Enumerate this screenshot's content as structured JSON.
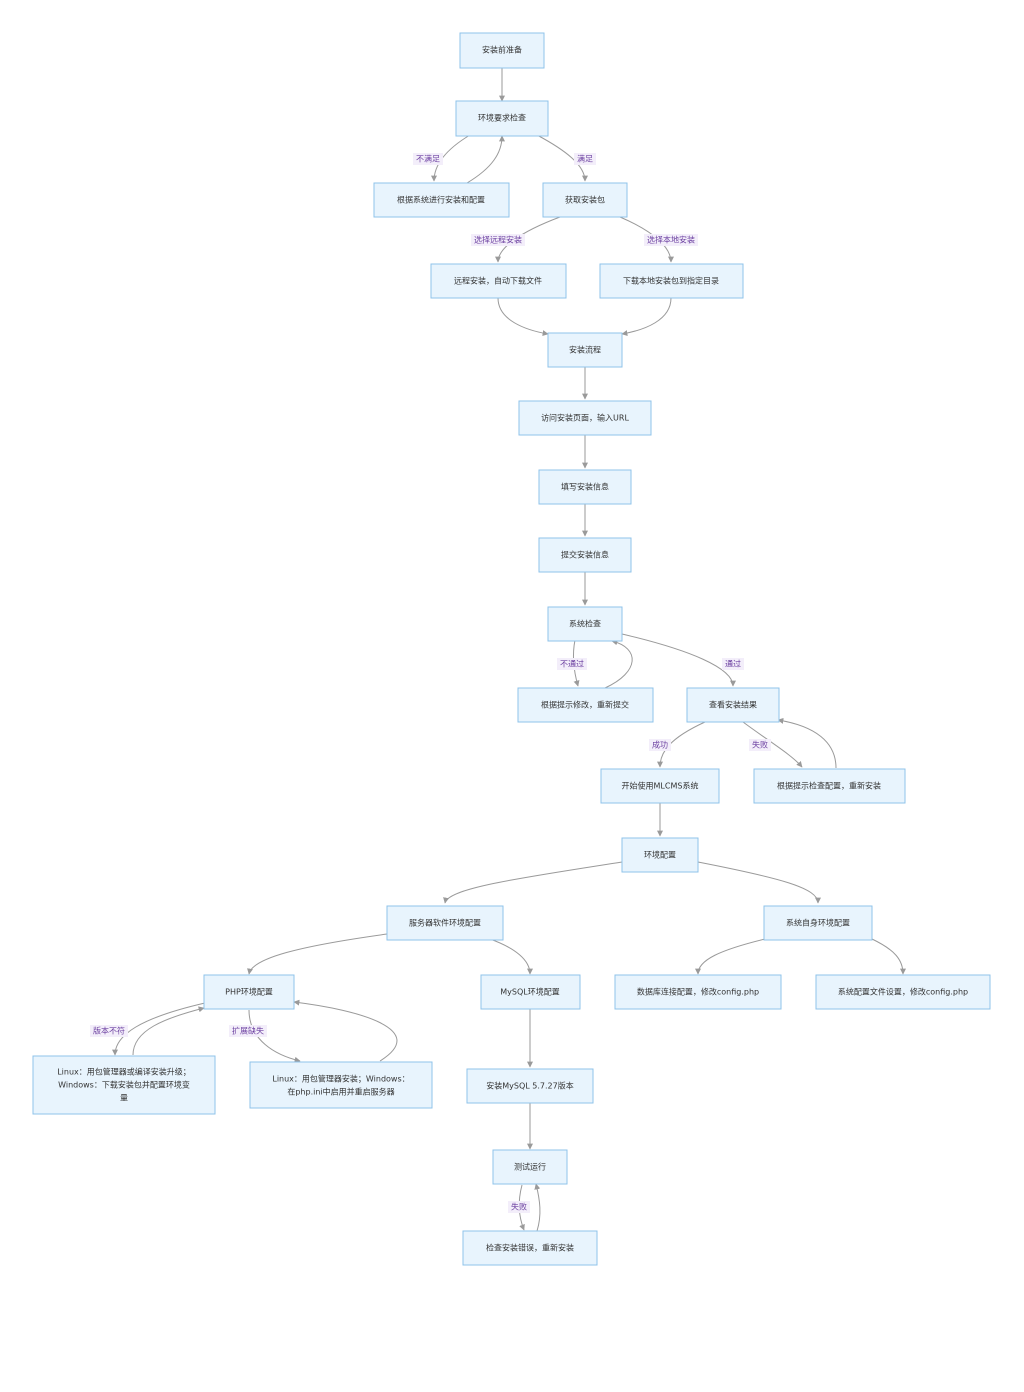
{
  "nodes": {
    "prep": "安装前准备",
    "envcheck": "环境要求检查",
    "configsys": "根据系统进行安装和配置",
    "getpkg": "获取安装包",
    "remote": "远程安装，自动下载文件",
    "local": "下载本地安装包到指定目录",
    "flow": "安装流程",
    "visit": "访问安装页面，输入URL",
    "fill": "填写安装信息",
    "submit": "提交安装信息",
    "syscheck": "系统检查",
    "fix": "根据提示修改，重新提交",
    "result": "查看安装结果",
    "start": "开始使用MLCMS系统",
    "reinstall": "根据提示检查配置，重新安装",
    "envconf": "环境配置",
    "server": "服务器软件环境配置",
    "selfconf": "系统自身环境配置",
    "php": "PHP环境配置",
    "mysql": "MySQL环境配置",
    "dbconn": "数据库连接配置，修改config.php",
    "sysfile": "系统配置文件设置，修改config.php",
    "phpver1": "Linux：用包管理器或编译安装升级；",
    "phpver2": "Windows：下载安装包并配置环境变",
    "phpver3": "量",
    "phpext1": "Linux：用包管理器安装；Windows：",
    "phpext2": "在php.ini中启用并重启服务器",
    "installmysql": "安装MySQL 5.7.27版本",
    "test": "测试运行",
    "checkerr": "检查安装错误，重新安装"
  },
  "edge_labels": {
    "notmet": "不满足",
    "met": "满足",
    "remote": "选择远程安装",
    "local": "选择本地安装",
    "fail": "不通过",
    "pass": "通过",
    "success": "成功",
    "failed": "失败",
    "version": "版本不符",
    "extension": "扩展缺失",
    "testfail": "失败"
  },
  "colors": {
    "node_fill": "#e8f4fd",
    "node_stroke": "#8fc3ea",
    "edge": "#9a9a9a",
    "label_bg": "#f3eefa",
    "label_text": "#6b3fa0"
  }
}
